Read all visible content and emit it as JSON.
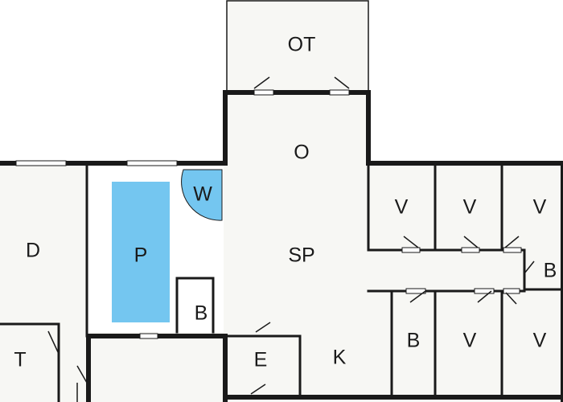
{
  "floorplan": {
    "colors": {
      "wall": "#1a1a1a",
      "pool": "#74c6f0",
      "floor": "#f7f7f4"
    },
    "labels": {
      "ot": "OT",
      "o": "O",
      "sp": "SP",
      "d": "D",
      "p": "P",
      "w": "W",
      "t": "T",
      "b_pool": "B",
      "e": "E",
      "k": "K",
      "v1": "V",
      "v2": "V",
      "v3": "V",
      "b_right": "B",
      "b_lower": "B",
      "v4": "V",
      "v5": "V"
    }
  }
}
